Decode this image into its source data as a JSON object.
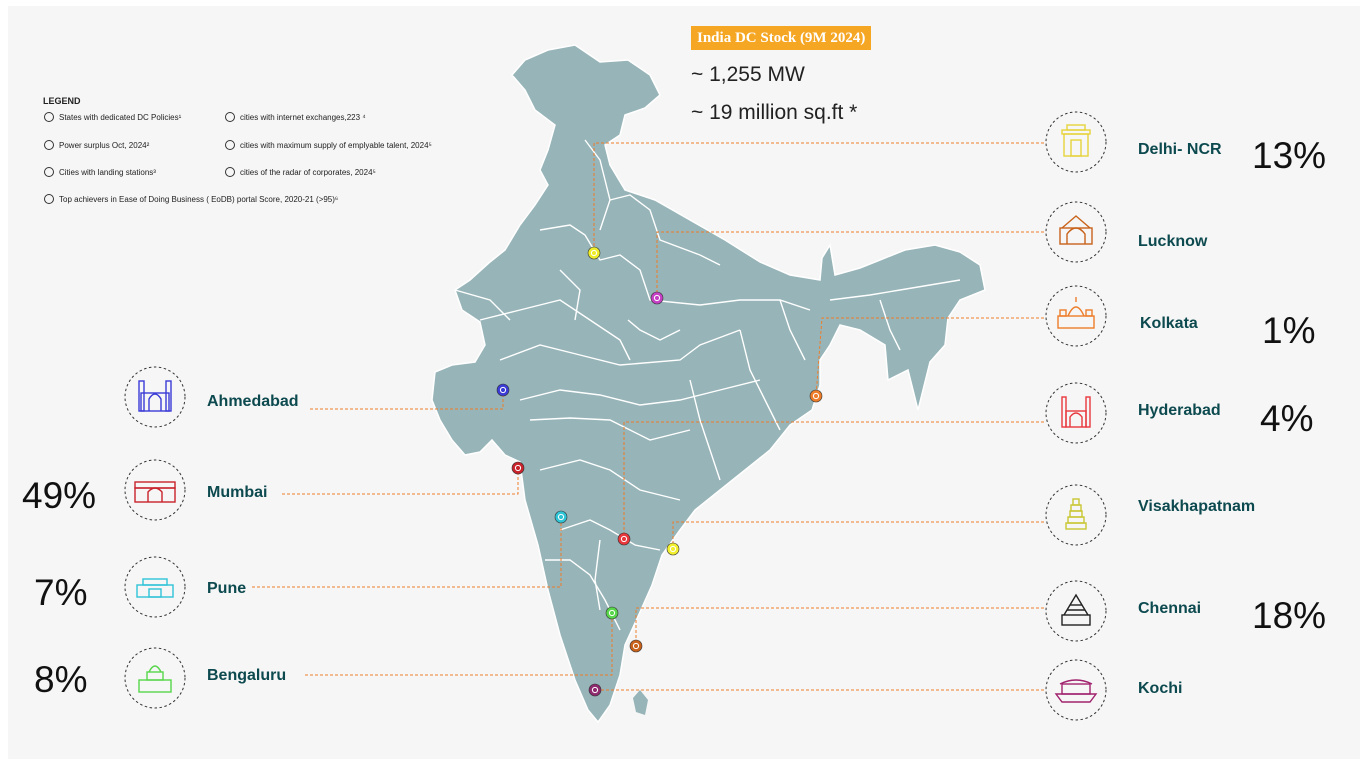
{
  "header": {
    "badge": "India DC Stock (9M 2024)",
    "capacity": "~ 1,255 MW",
    "area": "~ 19 million sq.ft *"
  },
  "legend": {
    "title": "LEGEND",
    "items": [
      {
        "icon": "policy-document-icon",
        "label": "States with dedicated DC Policies¹"
      },
      {
        "icon": "globe-icon",
        "label": "cities with internet exchanges,223 ⁴"
      },
      {
        "icon": "power-tower-icon",
        "label": "Power surplus Oct, 2024²"
      },
      {
        "icon": "talent-person-icon",
        "label": "cities with maximum supply of emplyable talent, 2024⁵"
      },
      {
        "icon": "landing-pin-icon",
        "label": "Cities with landing stations³"
      },
      {
        "icon": "radar-globe-icon",
        "label": "cities of the radar of corporates, 2024⁵"
      },
      {
        "icon": "award-badge-icon",
        "label": "Top achievers in Ease of Doing Business ( EoDB) portal Score, 2020-21 (>95)⁶"
      }
    ]
  },
  "cities": [
    {
      "name": "Delhi- NCR",
      "share": "13%",
      "icon": "india-gate-icon",
      "color": "#e6d33a",
      "marker": "#eded2a"
    },
    {
      "name": "Lucknow",
      "share": "",
      "icon": "lucknow-gate-icon",
      "color": "#c8621a",
      "marker": "#c640c6"
    },
    {
      "name": "Kolkata",
      "share": "1%",
      "icon": "victoria-memorial-icon",
      "color": "#ee7d2a",
      "marker": "#ee7d2a"
    },
    {
      "name": "Hyderabad",
      "share": "4%",
      "icon": "charminar-icon",
      "color": "#e8383d",
      "marker": "#e8383d"
    },
    {
      "name": "Visakhapatnam",
      "share": "",
      "icon": "temple-tower-icon",
      "color": "#c9c631",
      "marker": "#f2ef2e"
    },
    {
      "name": "Chennai",
      "share": "18%",
      "icon": "chennai-temple-icon",
      "color": "#222222",
      "marker": "#c8621a"
    },
    {
      "name": "Kochi",
      "share": "",
      "icon": "houseboat-icon",
      "color": "#a0226e",
      "marker": "#8e2a6e"
    },
    {
      "name": "Ahmedabad",
      "share": "",
      "icon": "ahmedabad-monument-icon",
      "color": "#3b3bd6",
      "marker": "#3b3bd6"
    },
    {
      "name": "Mumbai",
      "share": "49%",
      "icon": "gateway-of-india-icon",
      "color": "#c8232c",
      "marker": "#c8232c"
    },
    {
      "name": "Pune",
      "share": "7%",
      "icon": "pune-palace-icon",
      "color": "#2ec4d6",
      "marker": "#2ec4d6"
    },
    {
      "name": "Bengaluru",
      "share": "8%",
      "icon": "vidhana-soudha-icon",
      "color": "#57d64a",
      "marker": "#57d64a"
    }
  ],
  "colors": {
    "map_fill": "#97b4b8",
    "connector": "#ee7d2a",
    "label": "#0d4a4f",
    "badge": "#f5a623"
  }
}
